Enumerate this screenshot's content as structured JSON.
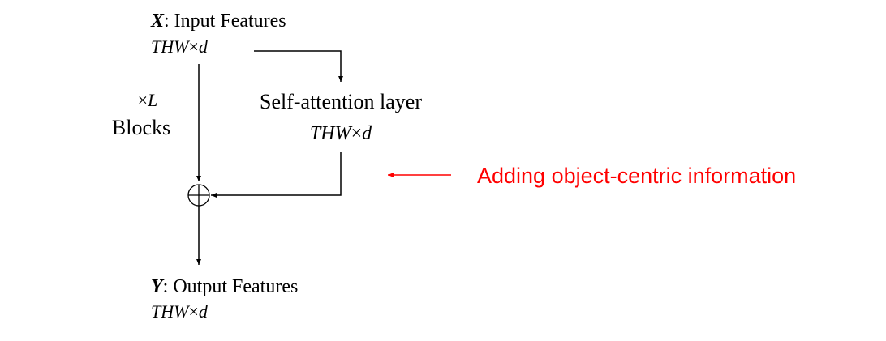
{
  "input": {
    "symbol": "X",
    "label": ": Input Features",
    "dims": "THW",
    "times": "×",
    "d": "d"
  },
  "attention": {
    "label": "Self-attention layer",
    "dims": "THW",
    "times": "×",
    "d": "d"
  },
  "blocks": {
    "times": "×",
    "L": "L",
    "label": "Blocks"
  },
  "output": {
    "symbol": "Y",
    "label": ": Output Features",
    "dims": "THW",
    "times": "×",
    "d": "d"
  },
  "annotation": {
    "text": "Adding object-centric information",
    "color": "#ff0000"
  },
  "colors": {
    "line": "#000000"
  }
}
